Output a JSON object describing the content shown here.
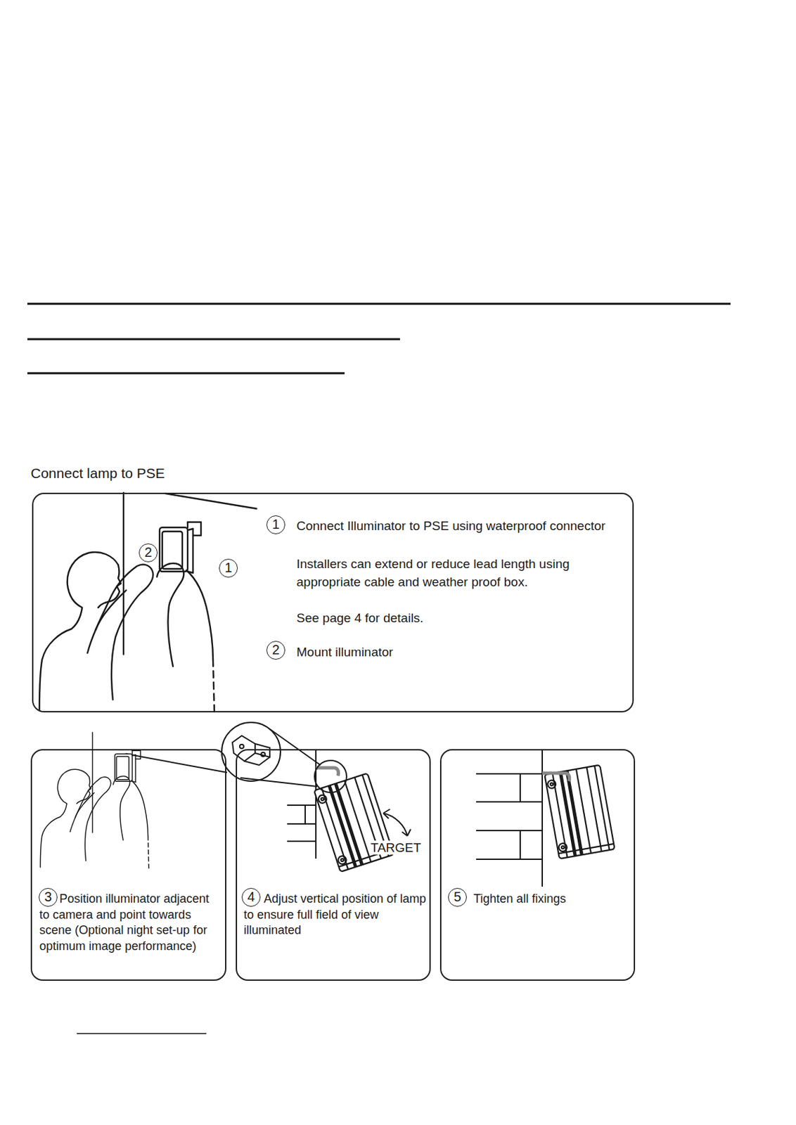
{
  "diagram": {
    "title": "Connect lamp to PSE",
    "nodes": [
      {
        "text": [
          "Connect Illuminator to PSE using waterproof connector",
          "Installers can extend or reduce lead length using appropriate cable and weather proof box.",
          "See page 4 for details.",
          "Mount illuminator"
        ]
      },
      {
        "text": [
          "Position illuminator adjacent to camera and point towards scene (Optional night set-up for optimum image performance)"
        ]
      },
      {
        "text": [
          "Adjust vertical position of lamp to ensure full field of view illuminated"
        ]
      },
      {
        "text": [
          "Tighten all fixings"
        ]
      }
    ],
    "labels": [
      "2",
      "1",
      "1",
      "2",
      "3",
      "4",
      "5",
      "TARGET"
    ]
  }
}
